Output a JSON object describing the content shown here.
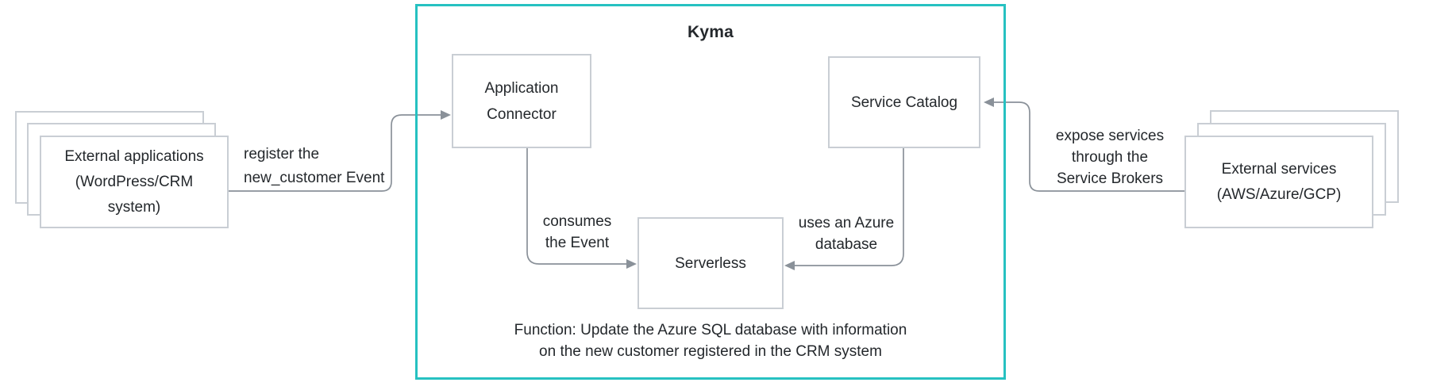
{
  "colors": {
    "accent": "#26c1c1",
    "box_border": "#c9ced4",
    "connector": "#8a9199",
    "text": "#24282c",
    "background": "#ffffff"
  },
  "kyma": {
    "title": "Kyma"
  },
  "nodes": {
    "external_applications": {
      "label": "External applications\n(WordPress/CRM\nsystem)"
    },
    "application_connector": {
      "label": "Application\nConnector"
    },
    "service_catalog": {
      "label": "Service Catalog"
    },
    "serverless": {
      "label": "Serverless"
    },
    "external_services": {
      "label": "External services\n(AWS/Azure/GCP)"
    }
  },
  "edges": {
    "register": {
      "label": "register the\nnew_customer Event",
      "from": "external_applications",
      "to": "application_connector"
    },
    "consumes": {
      "label": "consumes\nthe Event",
      "from": "application_connector",
      "to": "serverless"
    },
    "uses": {
      "label": "uses an Azure\ndatabase",
      "from": "service_catalog",
      "to": "serverless"
    },
    "expose": {
      "label": "expose services\nthrough the\nService Brokers",
      "from": "external_services",
      "to": "service_catalog"
    }
  },
  "function_note": "Function: Update the Azure SQL database with information\non the new customer registered in the CRM system"
}
